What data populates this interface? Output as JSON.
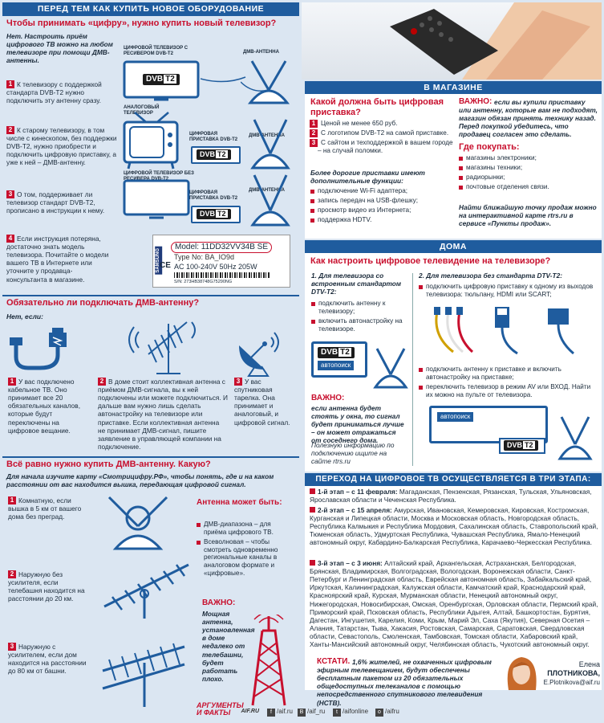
{
  "header": {
    "title": "ПЕРЕД ТЕМ КАК КУПИТЬ НОВОЕ ОБОРУДОВАНИЕ",
    "question": "Чтобы принимать «цифру», нужно купить новый телевизор?"
  },
  "intro": "Нет. Настроить приём цифрового ТВ можно на любом телевизоре при помощи ДМВ-антенны.",
  "steps": [
    {
      "n": "1",
      "text": "К телевизору с поддержкой стандарта DVB-T2 нужно подключить эту антенну сразу."
    },
    {
      "n": "2",
      "text": "К старому телевизору, в том числе с кинескопом, без поддержки DVB-T2, нужно приобрести и подключить цифровую приставку, а уже к ней – ДМВ-антенну."
    },
    {
      "n": "3",
      "text": "О том, поддерживает ли телевизор стандарт DVB-T2, прописано в инструкции к нему."
    },
    {
      "n": "4",
      "text": "Если инструкция потеряна, достаточно знать модель телевизора. Почитайте о модели вашего ТВ в Интернете или уточните у продавца-консультанта в магазине."
    }
  ],
  "labels": {
    "tv_dvb": "ЦИФРОВОЙ ТЕЛЕВИЗОР С РЕСИВЕРОМ DVB-T2",
    "ant1": "ДМВ-АНТЕННА",
    "analog": "АНАЛОГОВЫЙ ТЕЛЕВИЗОР",
    "box1": "ЦИФРОВАЯ ПРИСТАВКА DVB-T2",
    "ant2": "ДМВ-АНТЕННА",
    "tv_nodvb": "ЦИФРОВОЙ ТЕЛЕВИЗОР БЕЗ РЕСИВЕРА DVB-T2",
    "box2": "ЦИФРОВАЯ ПРИСТАВКА DVB-T2",
    "ant3": "ДМВ-АНТЕННА",
    "dvb": "DVB",
    "t2": "T2"
  },
  "plate": {
    "brand": "SAMSUNG",
    "model": "Model: 11DD32VV34B SE",
    "type": "Type No: BA_IO9d",
    "power": "AC 100-240V 50Hz 205W",
    "sn": "S/N: 273HB38748G75290NG"
  },
  "antenna_q": "Обязательно ли подключать ДМВ-антенну?",
  "no_if": "Нет, если:",
  "cases": [
    {
      "n": "1",
      "text": "У вас подключено кабельное ТВ. Оно принимает все 20 обязательных каналов, которые будут переключены на цифровое вещание."
    },
    {
      "n": "2",
      "text": "В доме стоит коллективная антенна с приёмом ДМВ-сигнала, вы к ней подключены или можете подключиться. И дальше вам нужно лишь сделать автонастройку на телевизоре или приставке. Если коллективная антенна не принимает ДМВ-сигнал, пишите заявление в управляющей компании на подключение."
    },
    {
      "n": "3",
      "text": "У вас спутниковая тарелка. Она принимает и аналоговый, и цифровой сигнал."
    }
  ],
  "buy_q": "Всё равно нужно купить ДМВ-антенну. Какую?",
  "buy_intro": "Для начала изучите карту «Смотрицифру.РФ», чтобы понять, где и на каком расстоянии от вас находится вышка, передающая цифровой сигнал.",
  "ant_types": [
    {
      "n": "1",
      "text": "Комнатную, если вышка в 5 км от вашего дома без преград."
    },
    {
      "n": "2",
      "text": "Наружную без усилителя, если телебашня находится на расстоянии до 20 км."
    },
    {
      "n": "3",
      "text": "Наружную с усилителем, если дом находится на расстоянии до 80 км от башни."
    }
  ],
  "antenna_can": {
    "title": "Антенна может быть:",
    "items": [
      "ДМВ-диапазона – для приёма цифрового ТВ.",
      "Всеволновая – чтобы смотреть одновременно региональные каналы в аналоговом формате и «цифровые»."
    ]
  },
  "important1": {
    "title": "ВАЖНО:",
    "text": "Мощная антенна, установленная в доме недалеко от телебашни, будет работать плохо."
  },
  "shop": {
    "title": "В МАГАЗИНЕ",
    "q": "Какой должна быть цифровая приставка?",
    "items": [
      "Ценой не менее 650 руб.",
      "С логотипом DVB-T2 на самой приставке.",
      "С сайтом и техподдержкой в вашем городе – на случай поломки."
    ],
    "extra_title": "Более дорогие приставки имеют дополнительные функции:",
    "extra": [
      "подключение Wi-Fi адаптера;",
      "запись передач на USB-флешку;",
      "просмотр видео из Интернета;",
      "поддержка HDTV."
    ],
    "important_title": "ВАЖНО:",
    "important": "если вы купили приставку или антенну, которые вам не подходят, магазин обязан принять технику назад. Перед покупкой убедитесь, что продавец согласен это сделать.",
    "where_title": "Где покупать:",
    "where": [
      "магазины электроники;",
      "магазины техники;",
      "радиорынки;",
      "почтовые отделения связи."
    ],
    "map": "Найти ближайшую точку продаж можно на интерактивной карте rtrs.ru в сервисе «Пункты продаж»."
  },
  "home": {
    "title": "ДОМА",
    "q": "Как настроить цифровое телевидение на телевизоре?",
    "col1_title": "1. Для телевизора со встроенным стандартом DTV-T2:",
    "col1": [
      "подключить антенну к телевизору;",
      "включить автонастройку на телевизоре."
    ],
    "col2_title": "2. Для телевизора без стандарта DTV-T2:",
    "col2a": [
      "подключить цифровую приставку к одному из выходов телевизора: тюльпану, HDMI или SCART;"
    ],
    "col2b": [
      "подключить антенну к приставке и включить автонастройку на приставке;",
      "переключить телевизор в режим AV или ВХОД. Найти их можно на пульте от телевизора."
    ],
    "autosearch": "автопоиск",
    "important_title": "ВАЖНО:",
    "important": "если антенна будет стоять у окна, то сигнал будет приниматься лучше – он может отражаться от соседнего дома.",
    "info": "Полезную информацию по подключению ищите на сайте rtrs.ru"
  },
  "stages": {
    "title": "ПЕРЕХОД НА ЦИФРОВОЕ ТВ ОСУЩЕСТВЛЯЕТСЯ В ТРИ ЭТАПА:",
    "items": [
      {
        "head": "1-й этап – с 11 февраля:",
        "text": "Магаданская, Пензенская, Рязанская, Тульская, Ульяновская, Ярославская области и Чеченская Республика."
      },
      {
        "head": "2-й этап – с 15 апреля:",
        "text": "Амурская, Ивановская, Кемеровская, Кировская, Костромская, Курганская и Липецкая области, Москва и Московская область, Новгородская область, Республика Калмыкия и Республика Мордовия, Сахалинская область, Ставропольский край, Тюменская область, Удмуртская Республика, Чувашская Республика, Ямало-Ненецкий автономный округ, Кабардино-Балкарская Республика, Карачаево-Черкесская Республика."
      },
      {
        "head": "3-й этап – с 3 июня:",
        "text": "Алтайский край, Архангельская, Астраханская, Белгородская, Брянская, Владимирская, Волгоградская, Вологодская, Воронежская области, Санкт-Петербург и Ленинградская область, Еврейская автономная область, Забайкальский край, Иркутская, Калининградская, Калужская области, Камчатский край, Краснодарский край, Красноярский край, Курская, Мурманская области, Ненецкий автономный округ, Нижегородская, Новосибирская, Омская, Оренбургская, Орловская области, Пермский край, Приморский край, Псковская область, Республики Адыгея, Алтай, Башкортостан, Бурятия, Дагестан, Ингушетия, Карелия, Коми, Крым, Марий Эл, Саха (Якутия), Северная Осетия – Алания, Татарстан, Тыва, Хакасия, Ростовская, Самарская, Саратовская, Свердловская области, Севастополь, Смоленская, Тамбовская, Томская области, Хабаровский край, Ханты-Мансийский автономный округ, Челябинская область, Чукотский автономный округ."
      }
    ]
  },
  "kstati": {
    "title": "КСТАТИ.",
    "text": "1,6% жителей, не охваченных цифровым эфирным телевещанием, будут обеспечены бесплатным пакетом из 20 обязательных общедоступных телеканалов с помощью непосредственного спутникового телевидения (НСТВ)."
  },
  "author": {
    "first": "Елена",
    "last": "ПЛОТНИКОВА,",
    "email": "E.Plotnikova@aif.ru"
  },
  "footer": {
    "logo1": "АРГУМЕНТЫ",
    "logo2": "И ФАКТЫ",
    "logo3": "AIF.RU",
    "links": [
      "/aif.ru",
      "/aif_ru",
      "/aifonline",
      "/aifru"
    ]
  },
  "colors": {
    "blue": "#1f5c9e",
    "red": "#c8102e",
    "bg": "#dbe6f2"
  }
}
